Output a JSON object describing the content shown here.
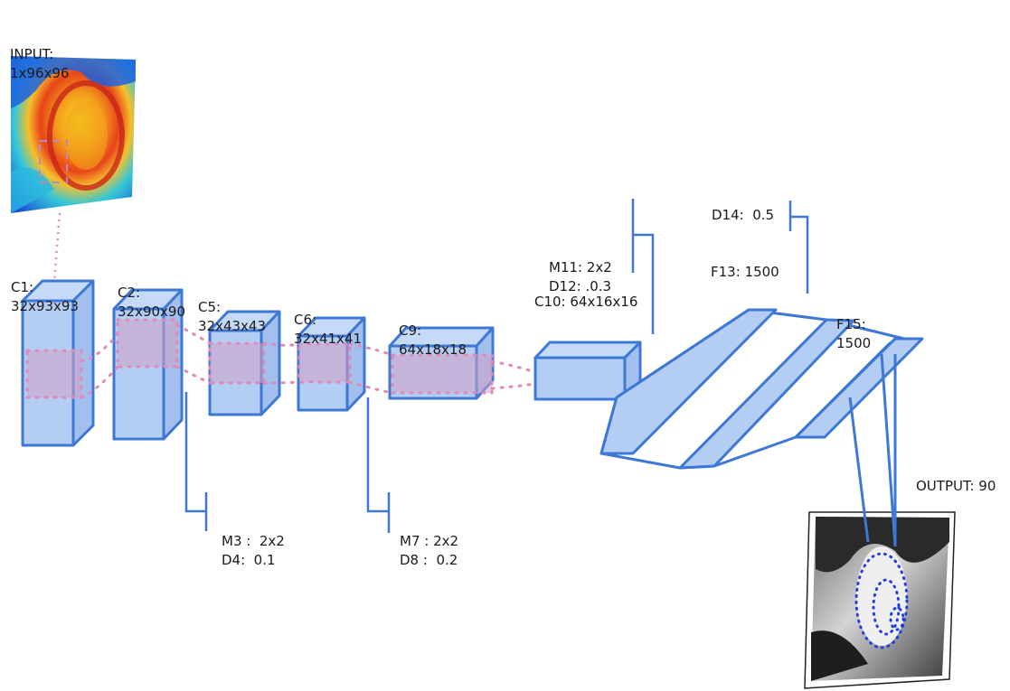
{
  "labels": {
    "input": [
      "INPUT:",
      "1x96x96"
    ],
    "c1": [
      "C1:",
      "32x93x93"
    ],
    "c2": [
      "C2:",
      "32x90x90"
    ],
    "c5": [
      "C5:",
      "32x43x43"
    ],
    "c6": [
      "C6:",
      "32x41x41"
    ],
    "c9": [
      "C9:",
      "64x18x18"
    ],
    "c10": "C10: 64x16x16",
    "m11d12": [
      "M11: 2x2",
      "D12: .0.3"
    ],
    "d14": "D14:  0.5",
    "f13": "F13: 1500",
    "f15": [
      "F15:",
      "1500"
    ],
    "m3d4": [
      "M3 :  2x2",
      "D4:  0.1"
    ],
    "m7d8": [
      "M7 : 2x2",
      "D8 :  0.2"
    ],
    "output": "OUTPUT: 90"
  },
  "colors": {
    "box_fill": "#b4cdf3",
    "box_side": "#a3bfed",
    "stroke": "#3d78d6",
    "dots": "#e08ab8",
    "text": "#1a1a1a"
  }
}
